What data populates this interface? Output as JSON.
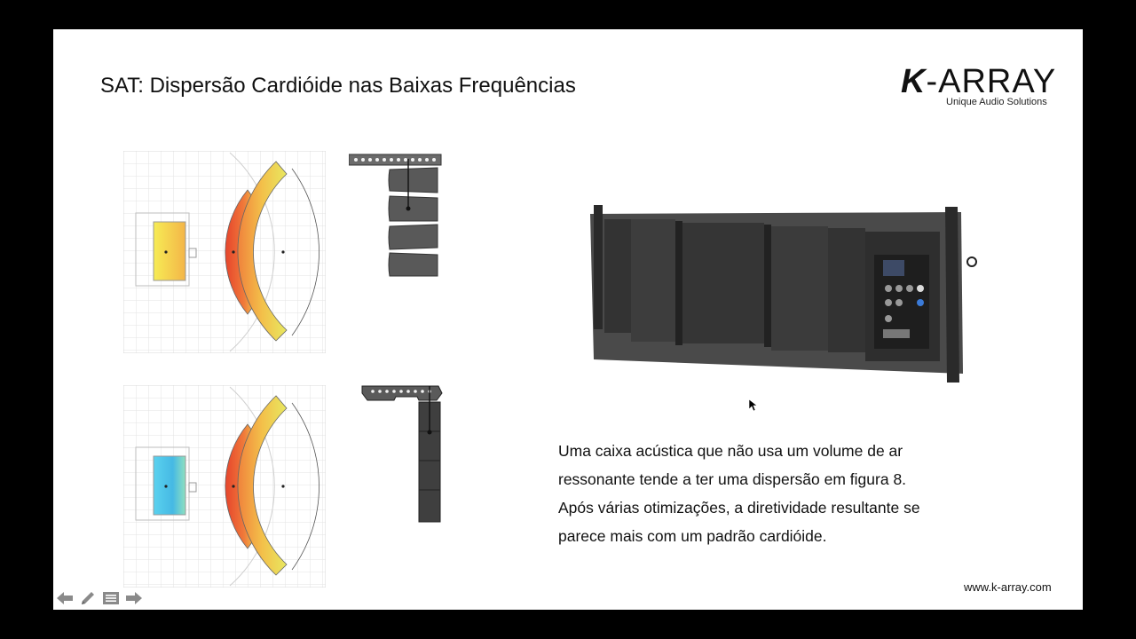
{
  "slide": {
    "title": "SAT: Dispersão Cardióide nas Baixas Frequências",
    "logo": {
      "brand_k": "K",
      "brand_rest": "-ARRAY",
      "tagline": "Unique Audio Solutions"
    },
    "website": "www.k-array.com",
    "description_lines": [
      "Uma caixa acústica que não usa um volume de ar",
      "ressonante tende a ter uma dispersão em figura 8.",
      "Após várias otimizações, a diretividade resultante se",
      "parece mais com um padrão cardióide."
    ]
  },
  "colors": {
    "accent_warm": "#f04a2a",
    "accent_yellow": "#f2e24a",
    "accent_cyan": "#46c9e6",
    "cabinet": "#3a3a3a"
  },
  "icons": [
    "arrow-left-icon",
    "pencil-icon",
    "menu-icon",
    "arrow-right-icon"
  ]
}
